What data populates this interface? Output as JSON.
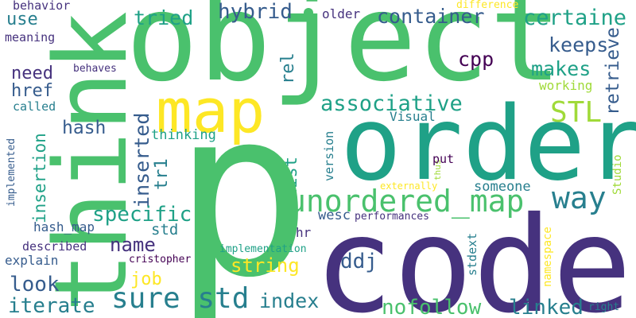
{
  "palette": {
    "dark_purple": "#440154",
    "indigo": "#46327e",
    "blue": "#365c8d",
    "teal_blue": "#277f8e",
    "teal": "#1fa187",
    "green": "#4ac16d",
    "lime": "#a0da39",
    "yellow": "#fde725"
  },
  "words": {
    "p": "p",
    "code": "code",
    "object": "object",
    "order": "order",
    "think": "think",
    "map": "map",
    "unordered_map": "unordered_map",
    "way": "way",
    "sure_std": "sure std",
    "STL": "STL",
    "associative": "associative",
    "container": "container",
    "certaine": "certaine",
    "hybrid": "hybrid",
    "tried": "tried",
    "keeps": "keeps",
    "makes": "makes",
    "cpp": "cpp",
    "retrieve": "retrieve",
    "working": "working",
    "rel": "rel",
    "older": "older",
    "difference": "difference",
    "behavior": "behavior",
    "use": "use",
    "meaning": "meaning",
    "need": "need",
    "href": "href",
    "behaves": "behaves",
    "called": "called",
    "implemented": "implemented",
    "hash": "hash",
    "insertion": "insertion",
    "inserted": "inserted",
    "tr1": "tr1",
    "thinking": "thinking",
    "Visual": "Visual",
    "list": "list",
    "version": "version",
    "put": "put",
    "thus": "thus",
    "externally": "externally",
    "Studio": "Studio",
    "specific": "specific",
    "std": "std",
    "name": "name",
    "hash_map": "hash_map",
    "described": "described",
    "explain": "explain",
    "cristopher": "cristopher",
    "implementation": "implementation",
    "string": "string",
    "job": "job",
    "look": "look",
    "iterate": "iterate",
    "index": "index",
    "nofollow": "nofollow",
    "linked": "linked",
    "right": "right",
    "ddj": "ddj",
    "hr": "hr",
    "wesc": "wesc",
    "performances": "performances",
    "stdext": "stdext",
    "namespace": "namespace",
    "someone": "someone"
  }
}
